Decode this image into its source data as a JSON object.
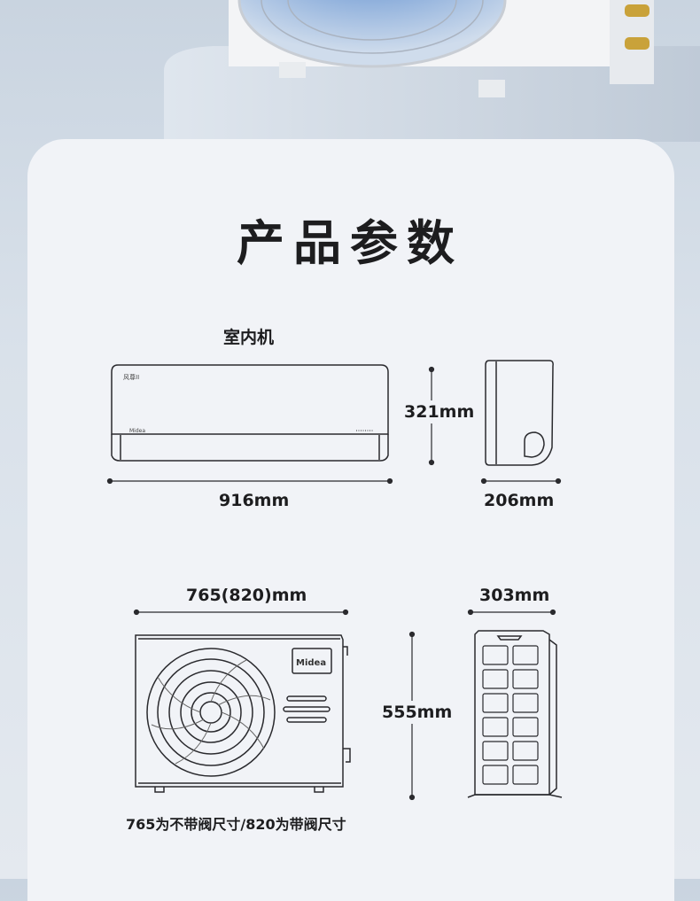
{
  "title": "产品参数",
  "indoor": {
    "label": "室内机",
    "width": "916mm",
    "height": "321mm",
    "depth": "206mm",
    "panel_text": "风尊II",
    "brand": "Midea"
  },
  "outdoor": {
    "width": "765(820)mm",
    "depth": "303mm",
    "height": "555mm",
    "brand": "Midea",
    "note": "765为不带阀尺寸/820为带阀尺寸"
  }
}
